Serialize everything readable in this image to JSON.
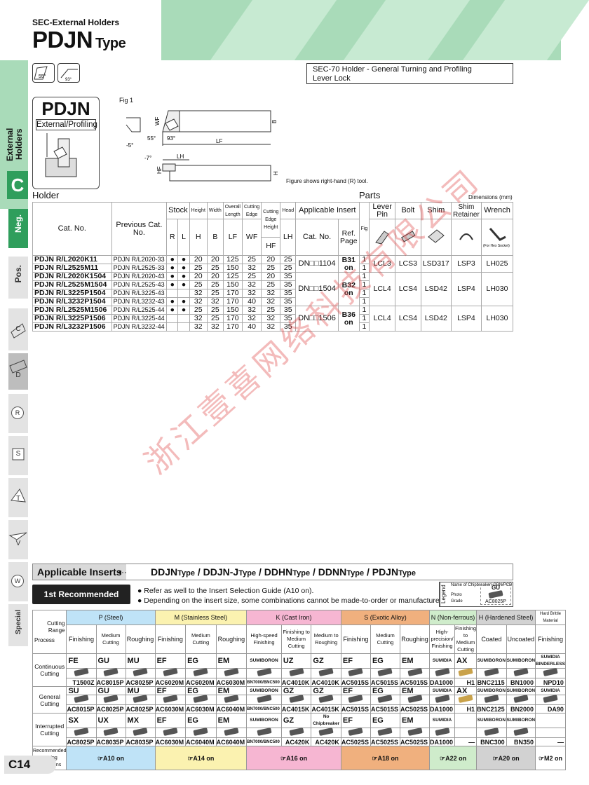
{
  "header": {
    "series": "SEC-External Holders",
    "title": "PDJN",
    "title_suffix": "Type"
  },
  "description": {
    "line1": "SEC-70 Holder - General Turning and Profiling",
    "line2": "Lever Lock"
  },
  "insert_icon": {
    "angle": "55°",
    "approach": "93°"
  },
  "product_box": {
    "title": "PDJN",
    "subtitle": "External/Profiling"
  },
  "figure": {
    "label": "Fig 1",
    "note": "Figure shows right-hand (R) tool.",
    "dims": [
      "WF",
      "B",
      "LF",
      "LH",
      "HF",
      "H",
      "55°",
      "93°",
      "-5°",
      "-7°"
    ]
  },
  "sidebar": {
    "external": "External Holders",
    "letter": "C",
    "tabs": [
      "Neg.",
      "Pos.",
      "C",
      "D",
      "R",
      "S",
      "T",
      "V",
      "W",
      "Special"
    ]
  },
  "sections": {
    "holder": "Holder",
    "parts": "Parts",
    "dimensions": "Dimensions (mm)"
  },
  "main_table": {
    "headers": {
      "cat_no": "Cat. No.",
      "prev_cat_no": "Previous Cat. No.",
      "stock": "Stock",
      "r": "R",
      "l": "L",
      "height": "Height",
      "width": "Width",
      "overall_length": "Overall Length",
      "cutting_edge": "Cutting Edge",
      "cutting_edge_height": "Cutting Edge Height",
      "head": "Head",
      "h": "H",
      "b": "B",
      "lf": "LF",
      "wf": "WF",
      "hf": "HF",
      "lh": "LH",
      "applicable_insert": "Applicable Insert",
      "ins_cat_no": "Cat. No.",
      "ref_page": "Ref. Page",
      "fig": "Fig",
      "lever_pin": "Lever Pin",
      "bolt": "Bolt",
      "shim": "Shim",
      "shim_retainer": "Shim Retainer",
      "wrench": "Wrench",
      "for_hex": "(For Hex Socket)"
    },
    "rows": [
      {
        "cat": "PDJN R/L2020K11",
        "prev": "PDJN R/L2020-33",
        "r": "●",
        "l": "●",
        "h": "20",
        "b": "20",
        "lf": "125",
        "wf": "25",
        "hf": "20",
        "lh": "25",
        "fig": "1"
      },
      {
        "cat": "PDJN R/L2525M11",
        "prev": "PDJN R/L2525-33",
        "r": "●",
        "l": "●",
        "h": "25",
        "b": "25",
        "lf": "150",
        "wf": "32",
        "hf": "25",
        "lh": "25",
        "fig": "1"
      },
      {
        "cat": "PDJN R/L2020K1504",
        "prev": "PDJN R/L2020-43",
        "r": "●",
        "l": "●",
        "h": "20",
        "b": "20",
        "lf": "125",
        "wf": "25",
        "hf": "20",
        "lh": "35",
        "fig": "1"
      },
      {
        "cat": "PDJN R/L2525M1504",
        "prev": "PDJN R/L2525-43",
        "r": "●",
        "l": "●",
        "h": "25",
        "b": "25",
        "lf": "150",
        "wf": "32",
        "hf": "25",
        "lh": "35",
        "fig": "1"
      },
      {
        "cat": "PDJN R/L3225P1504",
        "prev": "PDJN R/L3225-43",
        "r": "",
        "l": "",
        "h": "32",
        "b": "25",
        "lf": "170",
        "wf": "32",
        "hf": "32",
        "lh": "35",
        "fig": "1"
      },
      {
        "cat": "PDJN R/L3232P1504",
        "prev": "PDJN R/L3232-43",
        "r": "●",
        "l": "●",
        "h": "32",
        "b": "32",
        "lf": "170",
        "wf": "40",
        "hf": "32",
        "lh": "35",
        "fig": "1"
      },
      {
        "cat": "PDJN R/L2525M1506",
        "prev": "PDJN R/L2525-44",
        "r": "●",
        "l": "●",
        "h": "25",
        "b": "25",
        "lf": "150",
        "wf": "32",
        "hf": "25",
        "lh": "35",
        "fig": "1"
      },
      {
        "cat": "PDJN R/L3225P1506",
        "prev": "PDJN R/L3225-44",
        "r": "",
        "l": "",
        "h": "32",
        "b": "25",
        "lf": "170",
        "wf": "32",
        "hf": "32",
        "lh": "35",
        "fig": "1"
      },
      {
        "cat": "PDJN R/L3232P1506",
        "prev": "PDJN R/L3232-44",
        "r": "",
        "l": "",
        "h": "32",
        "b": "32",
        "lf": "170",
        "wf": "40",
        "hf": "32",
        "lh": "35",
        "fig": "1"
      }
    ],
    "groups": [
      {
        "insert": "DN□□1104",
        "ref": "B31 on",
        "lever_pin": "LCL3",
        "bolt": "LCS3",
        "shim": "LSD317",
        "retainer": "LSP3",
        "wrench": "LH025"
      },
      {
        "insert": "DN□□1504",
        "ref": "B32 on",
        "lever_pin": "LCL4",
        "bolt": "LCS4",
        "shim": "LSD42",
        "retainer": "LSP4",
        "wrench": "LH030"
      },
      {
        "insert": "DN□□1506",
        "ref": "B36 on",
        "lever_pin": "LCL4",
        "bolt": "LCS4",
        "shim": "LSD42",
        "retainer": "LSP4",
        "wrench": "LH030"
      }
    ]
  },
  "watermark": "浙江壹喜网络科技有限公司",
  "applicable_inserts": {
    "label": "Applicable Inserts",
    "types": [
      {
        "name": "DDJN",
        "suffix": "Type"
      },
      {
        "name": "DDJN-J",
        "suffix": "Type"
      },
      {
        "name": "DDHN",
        "suffix": "Type"
      },
      {
        "name": "DDNN",
        "suffix": "Type"
      },
      {
        "name": "PDJN",
        "suffix": "Type"
      }
    ],
    "recommended": "1st Recommended Insert",
    "note1": "Refer as well to the Insert Selection Guide (A10 on).",
    "note2": "Depending on the insert size, some combinations cannot be made-to-order or manufactured.",
    "legend": {
      "title": "Legend",
      "items": [
        "Name of Chipbreaker/ CBN/PCD",
        "Photo",
        "Grade"
      ],
      "sample_code": "GU",
      "sample_grade": "AC8025P"
    }
  },
  "insert_table": {
    "corner_top": "Cutting Range",
    "corner_bottom": "Process",
    "groups": [
      {
        "name": "P (Steel)",
        "color": "#bfe3f7",
        "cols": [
          "Finishing",
          "Medium Cutting",
          "Roughing"
        ]
      },
      {
        "name": "M (Stainless Steel)",
        "color": "#fbf2b0",
        "cols": [
          "Finishing",
          "Medium Cutting",
          "Roughing"
        ]
      },
      {
        "name": "K (Cast Iron)",
        "color": "#f6b6d2",
        "cols": [
          "High-speed Finishing",
          "Finishing to Medium Cutting",
          "Medium to Roughing"
        ]
      },
      {
        "name": "S (Exotic Alloy)",
        "color": "#f0b07e",
        "cols": [
          "Finishing",
          "Medium Cutting",
          "Roughing"
        ]
      },
      {
        "name": "N (Non-ferrous)",
        "color": "#cfeccb",
        "cols": [
          "High-precision/ Finishing",
          "Finishing to Medium Cutting"
        ]
      },
      {
        "name": "H (Hardened Steel)",
        "color": "#d2d2d2",
        "cols": [
          "Coated",
          "Uncoated"
        ]
      },
      {
        "name": "Hard Brittle Material",
        "color": "#ffffff",
        "cols": [
          "Finishing"
        ]
      }
    ],
    "rows": [
      {
        "label": "Continuous Cutting",
        "cells": [
          [
            "FE",
            "T1500Z"
          ],
          [
            "GU",
            "AC8015P"
          ],
          [
            "MU",
            "AC8025P"
          ],
          [
            "EF",
            "AC6020M"
          ],
          [
            "EG",
            "AC6020M"
          ],
          [
            "EM",
            "AC6030M"
          ],
          [
            "SUMIBORON",
            "BN7000/BNC500"
          ],
          [
            "UZ",
            "AC4010K"
          ],
          [
            "GZ",
            "AC4010K"
          ],
          [
            "EF",
            "AC5015S"
          ],
          [
            "EG",
            "AC5015S"
          ],
          [
            "EM",
            "AC5015S"
          ],
          [
            "SUMIDIA",
            "DA1000"
          ],
          [
            "AX",
            "H1"
          ],
          [
            "SUMIBORON",
            "BNC2115"
          ],
          [
            "SUMIBORON",
            "BN1000"
          ],
          [
            "SUMIDIA BINDERLESS",
            "NPD10"
          ]
        ]
      },
      {
        "label": "General Cutting",
        "cells": [
          [
            "SU",
            "AC8015P"
          ],
          [
            "GU",
            "AC8025P"
          ],
          [
            "MU",
            "AC8025P"
          ],
          [
            "EF",
            "AC6030M"
          ],
          [
            "EG",
            "AC6030M"
          ],
          [
            "EM",
            "AC6040M"
          ],
          [
            "SUMIBORON",
            "BN7000/BNC500"
          ],
          [
            "GZ",
            "AC4015K"
          ],
          [
            "GZ",
            "AC4015K"
          ],
          [
            "EF",
            "AC5015S"
          ],
          [
            "EG",
            "AC5015S"
          ],
          [
            "EM",
            "AC5025S"
          ],
          [
            "SUMIDIA",
            "DA1000"
          ],
          [
            "AX",
            "H1"
          ],
          [
            "SUMIBORON",
            "BNC2125"
          ],
          [
            "SUMIBORON",
            "BN2000"
          ],
          [
            "SUMIDIA",
            "DA90"
          ]
        ]
      },
      {
        "label": "Interrupted Cutting",
        "cells": [
          [
            "SX",
            "AC8025P"
          ],
          [
            "UX",
            "AC8035P"
          ],
          [
            "MX",
            "AC8035P"
          ],
          [
            "EF",
            "AC6030M"
          ],
          [
            "EG",
            "AC6040M"
          ],
          [
            "EM",
            "AC6040M"
          ],
          [
            "SUMIBORON",
            "BN7000/BNC500"
          ],
          [
            "GZ",
            "AC420K"
          ],
          [
            "No Chipbreaker",
            "AC420K"
          ],
          [
            "EF",
            "AC5025S"
          ],
          [
            "EG",
            "AC5025S"
          ],
          [
            "EM",
            "AC5025S"
          ],
          [
            "SUMIDIA",
            "DA1000"
          ],
          [
            "",
            "—"
          ],
          [
            "SUMIBORON",
            "BNC300"
          ],
          [
            "SUMIBORON",
            "BN350"
          ],
          [
            "",
            "—"
          ]
        ]
      }
    ],
    "conditions_label": "Recommended Cutting Conditions",
    "conditions": [
      "☞A10 on",
      "☞A14 on",
      "☞A16 on",
      "☞A18 on",
      "☞A22 on",
      "☞A20 on",
      "☞M2 on"
    ]
  },
  "page_number": "C14"
}
